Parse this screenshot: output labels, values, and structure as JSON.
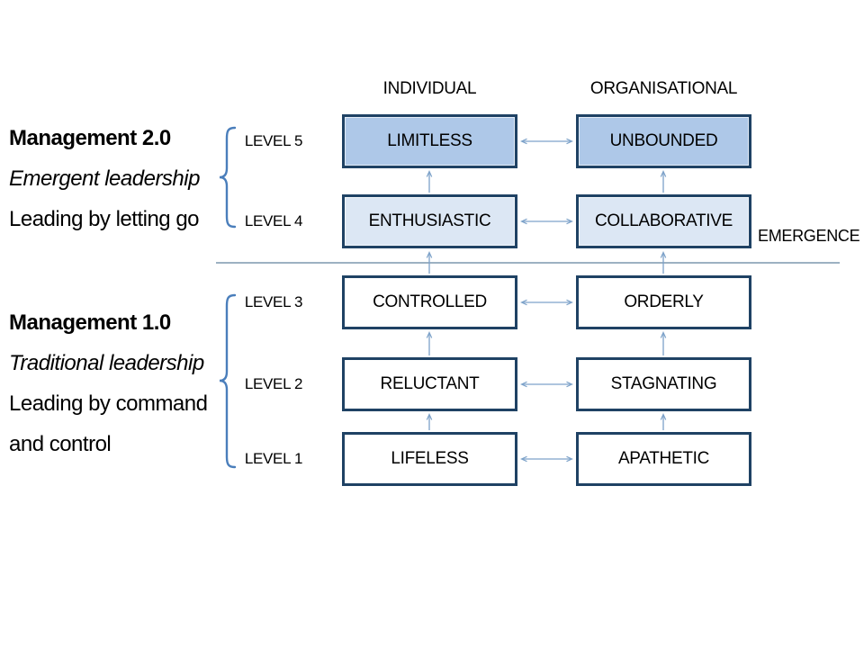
{
  "left_panel": {
    "management_2": {
      "title": "Management 2.0",
      "subtitle": "Emergent leadership",
      "description": "Leading by letting go"
    },
    "management_1": {
      "title": "Management 1.0",
      "subtitle": "Traditional leadership",
      "description_line1": "Leading by command",
      "description_line2": "and control"
    }
  },
  "columns": {
    "individual": "INDIVIDUAL",
    "organisational": "ORGANISATIONAL"
  },
  "emergence_label": "EMERGENCE",
  "levels": [
    {
      "label": "LEVEL 5",
      "individual": "LIMITLESS",
      "organisational": "UNBOUNDED",
      "tier": "emergent"
    },
    {
      "label": "LEVEL 4",
      "individual": "ENTHUSIASTIC",
      "organisational": "COLLABORATIVE",
      "tier": "emergent"
    },
    {
      "label": "LEVEL 3",
      "individual": "CONTROLLED",
      "organisational": "ORDERLY",
      "tier": "traditional"
    },
    {
      "label": "LEVEL 2",
      "individual": "RELUCTANT",
      "organisational": "STAGNATING",
      "tier": "traditional"
    },
    {
      "label": "LEVEL 1",
      "individual": "LIFELESS",
      "organisational": "APATHETIC",
      "tier": "traditional"
    }
  ],
  "colors": {
    "box_border": "#1f4264",
    "level5_fill": "#aec8e8",
    "level4_fill": "#dce7f4",
    "lower_fill": "#ffffff",
    "arrow": "#7da2c9",
    "brace": "#4a7ebb",
    "emergence_line": "#7d97ad",
    "text": "#000000"
  }
}
